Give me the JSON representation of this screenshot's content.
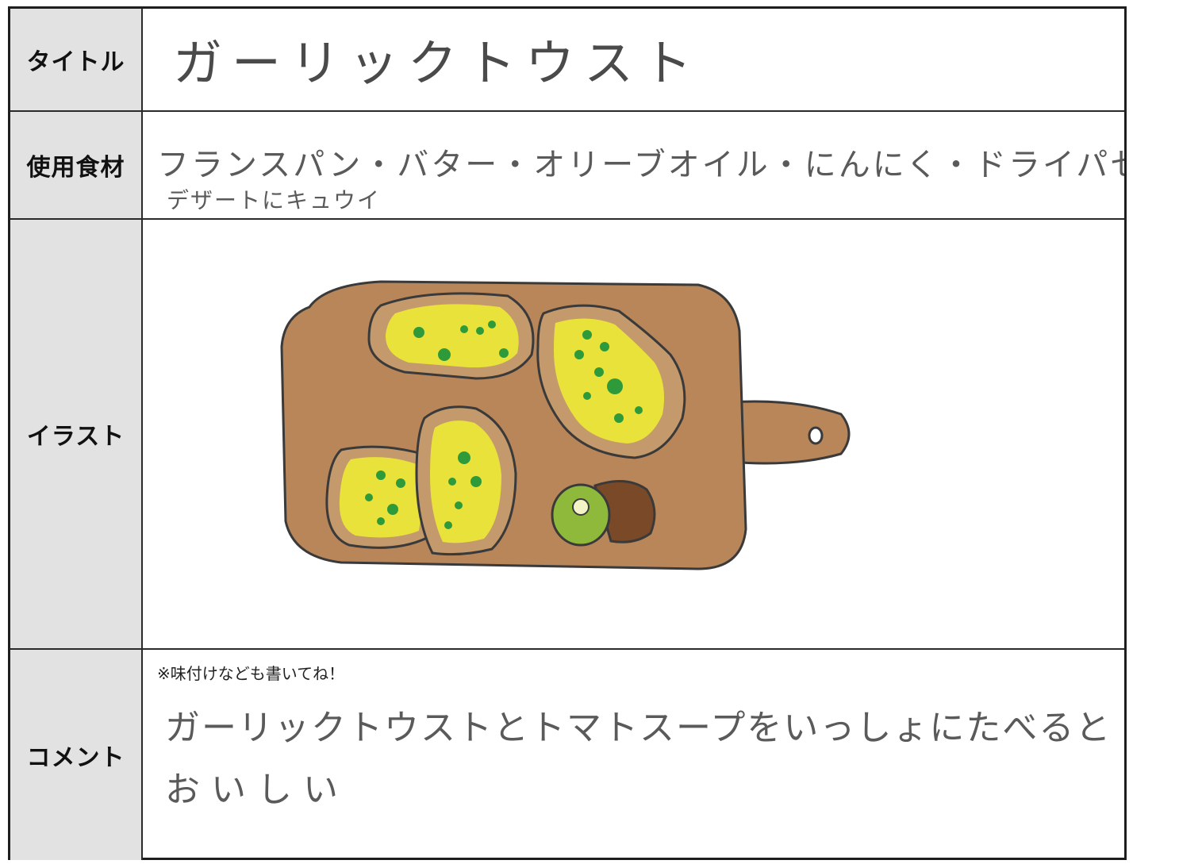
{
  "rows": {
    "title": {
      "label": "タイトル",
      "value": "ガーリックトウスト"
    },
    "ingredients": {
      "label": "使用食材",
      "line1": "フランスパン・バター・オリーブオイル・にんにく・ドライパセ",
      "line2": "デザートにキュウイ"
    },
    "illustration": {
      "label": "イラスト"
    },
    "comment": {
      "label": "コメント",
      "note": "※味付けなども書いてね！",
      "line1": "ガーリックトウストとトマトスープをいっしょにたべると",
      "line2": "おいしい"
    }
  },
  "colors": {
    "board": "#b9865a",
    "board_dark": "#8a5a35",
    "toast_crust": "#c49a6c",
    "toast_top": "#e9e23a",
    "parsley": "#2f9a3a",
    "kiwi": "#8fb93a",
    "outline": "#3a3a3a"
  }
}
